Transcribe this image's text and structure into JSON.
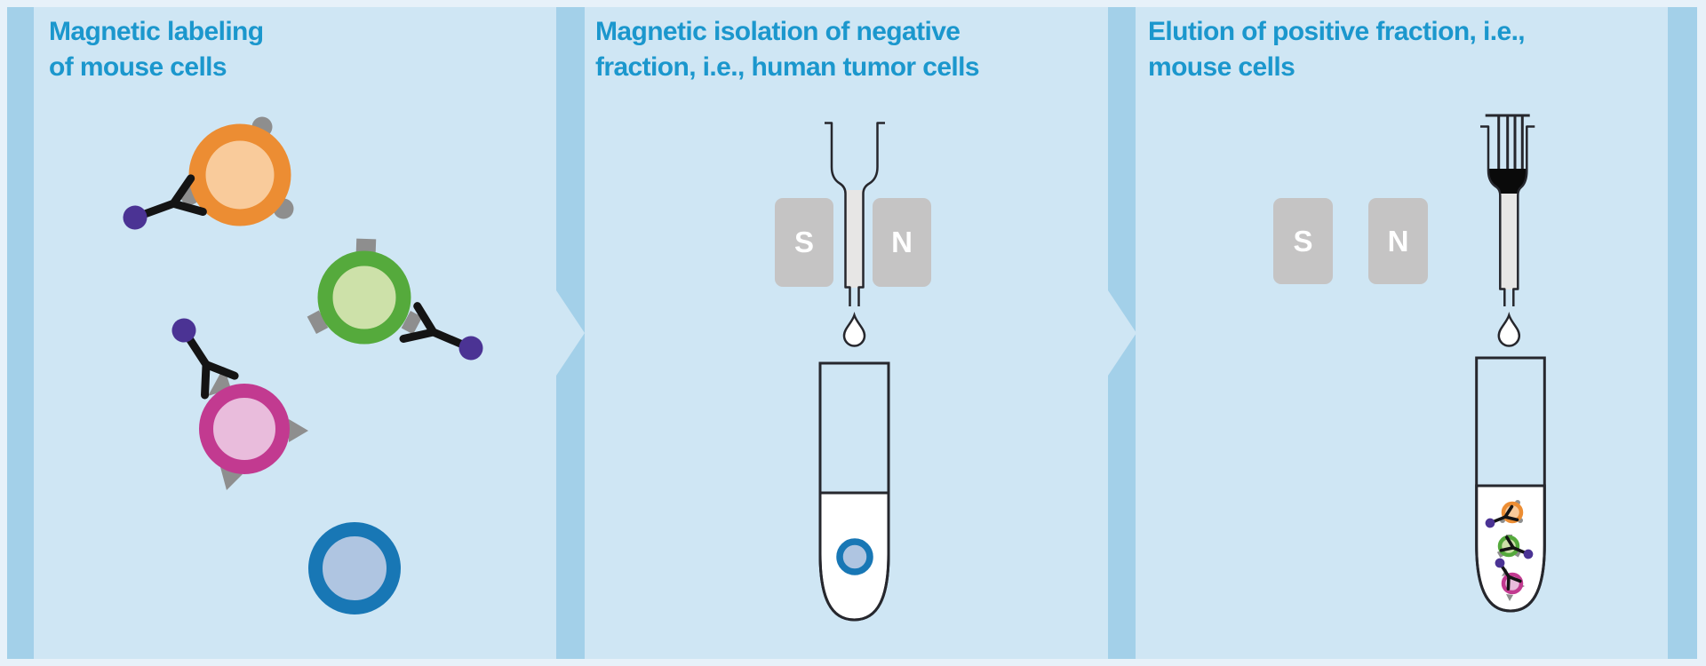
{
  "palette": {
    "page_bg": "#e7f1f9",
    "board_bg": "#a3d0e9",
    "panel_bg": "#cfe6f4",
    "title": "#1b97cd",
    "outline": "#26272d",
    "magnet": "#c5c4c4",
    "magnet_label": "#ffffff",
    "column_fill": "#e7e6e5",
    "plunger_seal": "#0a0a0a",
    "liquid": "#ffffff",
    "antibody": "#141414",
    "bead": "#4b3394",
    "epitope": "#8e8e8e",
    "orange_ring": "#ec8d33",
    "orange_core": "#f9cb9b",
    "green_ring": "#55aa3c",
    "green_core": "#cde1a9",
    "pink_ring": "#c23a90",
    "pink_core": "#e9bcdc",
    "blue_ring": "#1877b5",
    "blue_core": "#afc5e1"
  },
  "panels": [
    {
      "title_lines": [
        "Magnetic labeling",
        "of mouse cells"
      ],
      "icons": [
        "orange-labeled-cell-icon",
        "green-labeled-cell-icon",
        "pink-labeled-cell-icon",
        "blue-unlabeled-cell-icon",
        "antibody-bead-icon"
      ]
    },
    {
      "title_lines": [
        "Magnetic isolation of negative",
        "fraction, i.e., human tumor cells"
      ],
      "magnets": [
        {
          "label": "S"
        },
        {
          "label": "N"
        }
      ],
      "icons": [
        "separation-column-icon",
        "magnet-icon",
        "droplet-icon",
        "collection-tube-icon",
        "blue-unlabeled-cell-icon"
      ]
    },
    {
      "title_lines": [
        "Elution of positive fraction, i.e.,",
        "mouse cells"
      ],
      "magnets": [
        {
          "label": "S"
        },
        {
          "label": "N"
        }
      ],
      "icons": [
        "plunger-column-icon",
        "magnet-icon",
        "droplet-icon",
        "collection-tube-icon",
        "orange-labeled-cell-icon",
        "green-labeled-cell-icon",
        "pink-labeled-cell-icon"
      ]
    }
  ]
}
